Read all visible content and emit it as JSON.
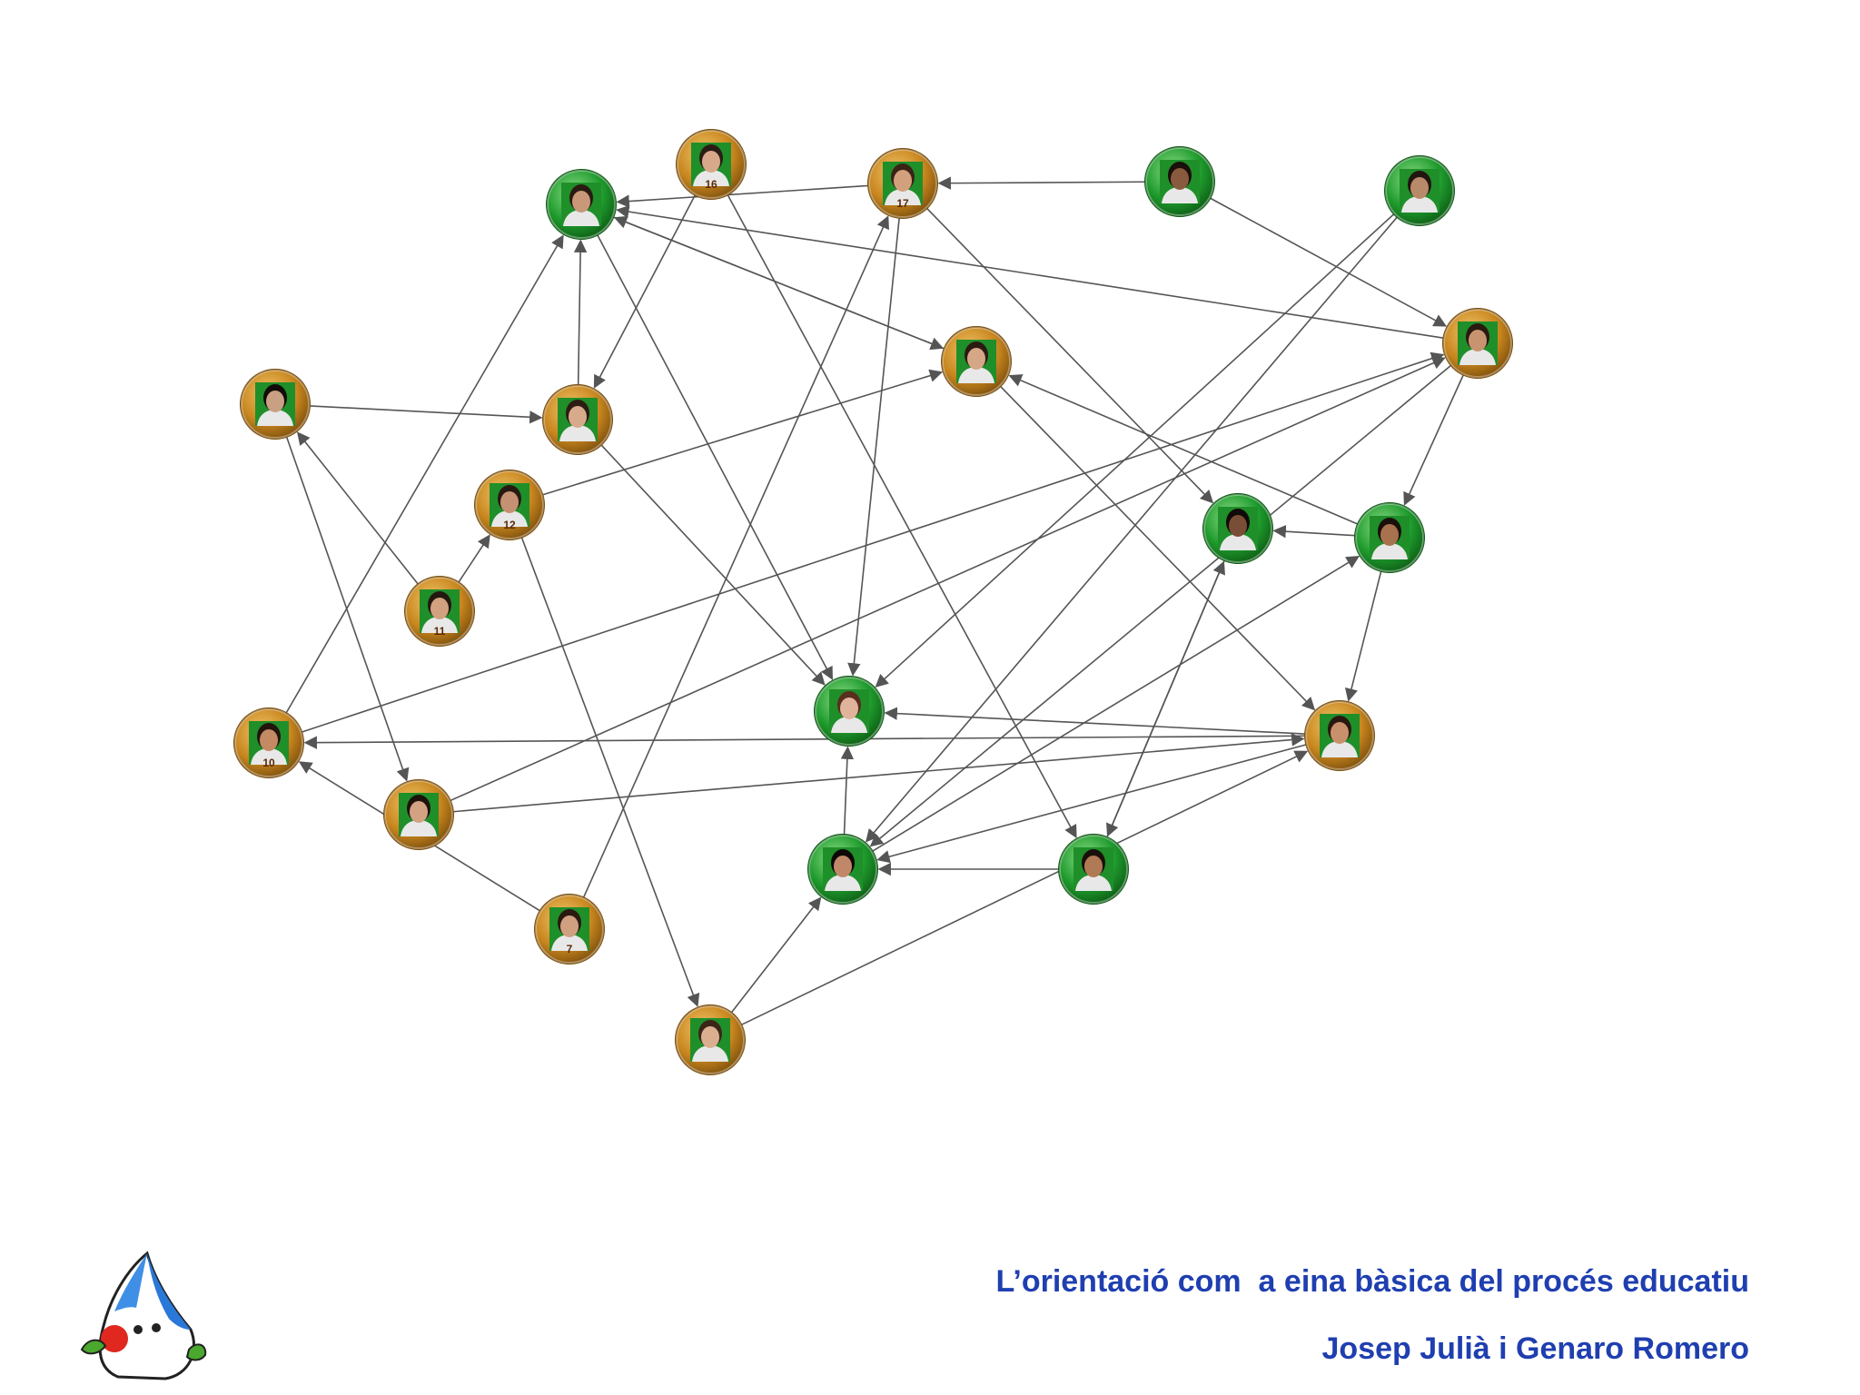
{
  "diagram": {
    "nodes": [
      {
        "id": "n_top_left",
        "ring": "green",
        "bg": "green",
        "skin": "#c89878",
        "hair": "#2a1a12",
        "label": ""
      },
      {
        "id": "n_top_16",
        "ring": "orange",
        "bg": "green",
        "skin": "#d7a98a",
        "hair": "#2b1d15",
        "label": "16"
      },
      {
        "id": "n_top_17",
        "ring": "orange",
        "bg": "green",
        "skin": "#d3a07e",
        "hair": "#3a2416",
        "label": "17"
      },
      {
        "id": "n_top_girl",
        "ring": "green",
        "bg": "green",
        "skin": "#8a5a3e",
        "hair": "#1a0f0a",
        "label": ""
      },
      {
        "id": "n_top_right",
        "ring": "green",
        "bg": "green",
        "skin": "#b98a6a",
        "hair": "#221510",
        "label": ""
      },
      {
        "id": "n_mid_center",
        "ring": "orange",
        "bg": "green",
        "skin": "#d5a786",
        "hair": "#2b1a12",
        "label": ""
      },
      {
        "id": "n_right_top",
        "ring": "orange",
        "bg": "green",
        "skin": "#c89470",
        "hair": "#2a1a10",
        "label": ""
      },
      {
        "id": "n_left_longhair",
        "ring": "orange",
        "bg": "green",
        "skin": "#caa084",
        "hair": "#120b08",
        "label": ""
      },
      {
        "id": "n_left_mid",
        "ring": "orange",
        "bg": "green",
        "skin": "#d8aa8c",
        "hair": "#2c1c12",
        "label": ""
      },
      {
        "id": "n_12",
        "ring": "orange",
        "bg": "green",
        "skin": "#c49272",
        "hair": "#281a12",
        "label": "12"
      },
      {
        "id": "n_right_mid_a",
        "ring": "green",
        "bg": "green",
        "skin": "#7a4e36",
        "hair": "#100a08",
        "label": ""
      },
      {
        "id": "n_right_mid_b",
        "ring": "green",
        "bg": "green",
        "skin": "#a8724e",
        "hair": "#1a100a",
        "label": ""
      },
      {
        "id": "n_11",
        "ring": "orange",
        "bg": "green",
        "skin": "#d1a180",
        "hair": "#241710",
        "label": "11"
      },
      {
        "id": "n_center",
        "ring": "green",
        "bg": "green",
        "skin": "#e0b49a",
        "hair": "#5a2e1e",
        "label": ""
      },
      {
        "id": "n_right_low",
        "ring": "orange",
        "bg": "green",
        "skin": "#c8916c",
        "hair": "#2a1810",
        "label": ""
      },
      {
        "id": "n_10",
        "ring": "orange",
        "bg": "green",
        "skin": "#c48a64",
        "hair": "#22150e",
        "label": "10"
      },
      {
        "id": "n_left_low",
        "ring": "orange",
        "bg": "green",
        "skin": "#d2a282",
        "hair": "#1e130c",
        "label": ""
      },
      {
        "id": "n_bottom_green_l",
        "ring": "green",
        "bg": "green",
        "skin": "#c08868",
        "hair": "#0e0906",
        "label": ""
      },
      {
        "id": "n_bottom_green_r",
        "ring": "green",
        "bg": "green",
        "skin": "#b07a56",
        "hair": "#1a100a",
        "label": ""
      },
      {
        "id": "n_7",
        "ring": "orange",
        "bg": "green",
        "skin": "#d0a080",
        "hair": "#2a1a12",
        "label": "7"
      },
      {
        "id": "n_bottom",
        "ring": "orange",
        "bg": "green",
        "skin": "#dcae90",
        "hair": "#3a2618",
        "label": ""
      }
    ],
    "edges": [
      [
        "n_top_17",
        "n_top_left"
      ],
      [
        "n_top_girl",
        "n_top_17"
      ],
      [
        "n_top_16",
        "n_left_mid"
      ],
      [
        "n_top_16",
        "n_bottom_green_r"
      ],
      [
        "n_top_left",
        "n_center"
      ],
      [
        "n_top_left",
        "n_mid_center"
      ],
      [
        "n_mid_center",
        "n_top_left"
      ],
      [
        "n_right_top",
        "n_top_left"
      ],
      [
        "n_left_mid",
        "n_top_left"
      ],
      [
        "n_10",
        "n_top_left"
      ],
      [
        "n_top_girl",
        "n_right_top"
      ],
      [
        "n_top_right",
        "n_center"
      ],
      [
        "n_top_right",
        "n_bottom_green_l"
      ],
      [
        "n_top_17",
        "n_center"
      ],
      [
        "n_top_17",
        "n_right_mid_a"
      ],
      [
        "n_7",
        "n_top_17"
      ],
      [
        "n_left_longhair",
        "n_left_mid"
      ],
      [
        "n_left_longhair",
        "n_left_low"
      ],
      [
        "n_11",
        "n_left_longhair"
      ],
      [
        "n_11",
        "n_12"
      ],
      [
        "n_12",
        "n_mid_center"
      ],
      [
        "n_12",
        "n_bottom"
      ],
      [
        "n_left_mid",
        "n_center"
      ],
      [
        "n_mid_center",
        "n_right_low"
      ],
      [
        "n_right_mid_b",
        "n_mid_center"
      ],
      [
        "n_right_top",
        "n_right_mid_b"
      ],
      [
        "n_10",
        "n_right_top"
      ],
      [
        "n_left_low",
        "n_right_top"
      ],
      [
        "n_right_mid_b",
        "n_right_mid_a"
      ],
      [
        "n_right_mid_b",
        "n_right_low"
      ],
      [
        "n_right_mid_a",
        "n_bottom_green_r"
      ],
      [
        "n_bottom_green_r",
        "n_right_mid_a"
      ],
      [
        "n_right_low",
        "n_center"
      ],
      [
        "n_right_low",
        "n_10"
      ],
      [
        "n_right_low",
        "n_bottom_green_l"
      ],
      [
        "n_left_low",
        "n_right_low"
      ],
      [
        "n_right_top",
        "n_bottom_green_l"
      ],
      [
        "n_bottom_green_r",
        "n_bottom_green_l"
      ],
      [
        "n_bottom_green_l",
        "n_center"
      ],
      [
        "n_bottom_green_l",
        "n_right_mid_b"
      ],
      [
        "n_7",
        "n_10"
      ],
      [
        "n_bottom",
        "n_bottom_green_l"
      ],
      [
        "n_bottom",
        "n_right_low"
      ]
    ]
  },
  "footer": {
    "title": "L’orientació com  a eina bàsica del procés educatiu",
    "authors": "Josep Julià i Genaro Romero"
  },
  "colors": {
    "footer_text": "#1f3fb0",
    "ring_orange": "#c8861e",
    "ring_green": "#1e9a2c",
    "photo_bg": "#1f8f2a",
    "edge": "#555555",
    "logo_blue": "#2a78d8",
    "logo_nose": "#e0281e",
    "logo_hands": "#4aa82e"
  },
  "logo": {
    "icon": "clown-mascot-icon"
  }
}
